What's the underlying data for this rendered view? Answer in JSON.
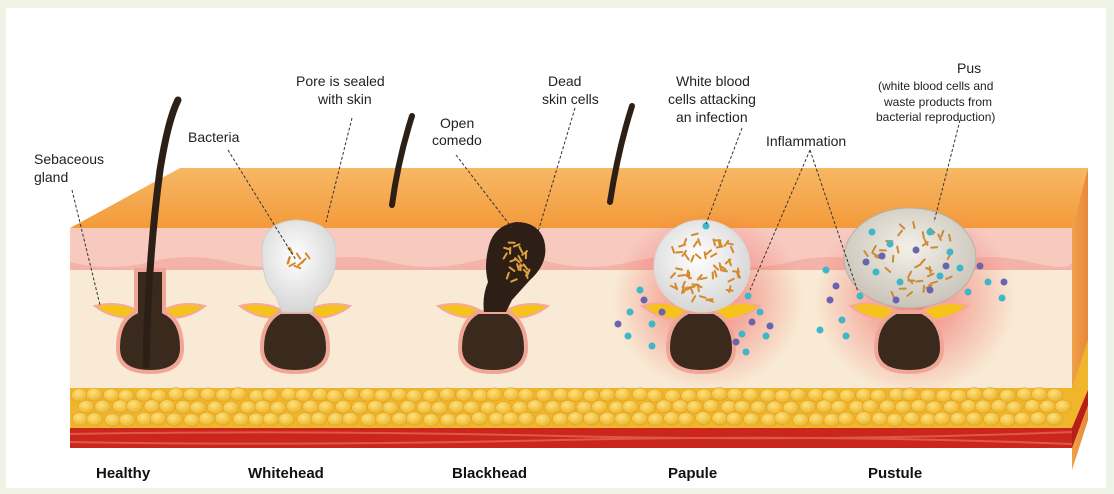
{
  "labels": {
    "sebaceous_gland": [
      "Sebaceous",
      "gland"
    ],
    "bacteria": "Bacteria",
    "pore_sealed": [
      "Pore is sealed",
      "with skin"
    ],
    "open_comedo": [
      "Open",
      "comedo"
    ],
    "dead_skin": [
      "Dead",
      "skin cells"
    ],
    "white_blood": [
      "White blood",
      "cells attacking",
      "an infection"
    ],
    "inflammation": "Inflammation",
    "pus": [
      "Pus",
      "(white blood cells and",
      "waste products from",
      "bacterial reproduction)"
    ]
  },
  "stages": [
    "Healthy",
    "Whitehead",
    "Blackhead",
    "Papule",
    "Pustule"
  ],
  "colors": {
    "skin_top": "#f5a64a",
    "dermis_pink": "#f7c9bf",
    "dermis_cream": "#f8ead4",
    "fat_yellow": "#f3c236",
    "muscle_red": "#c9261c",
    "follicle_dark": "#3a2a1e",
    "gland_yellow": "#f6c21c",
    "inflammation": "#f27a7a",
    "pus_blue": "#3fb6c9"
  }
}
